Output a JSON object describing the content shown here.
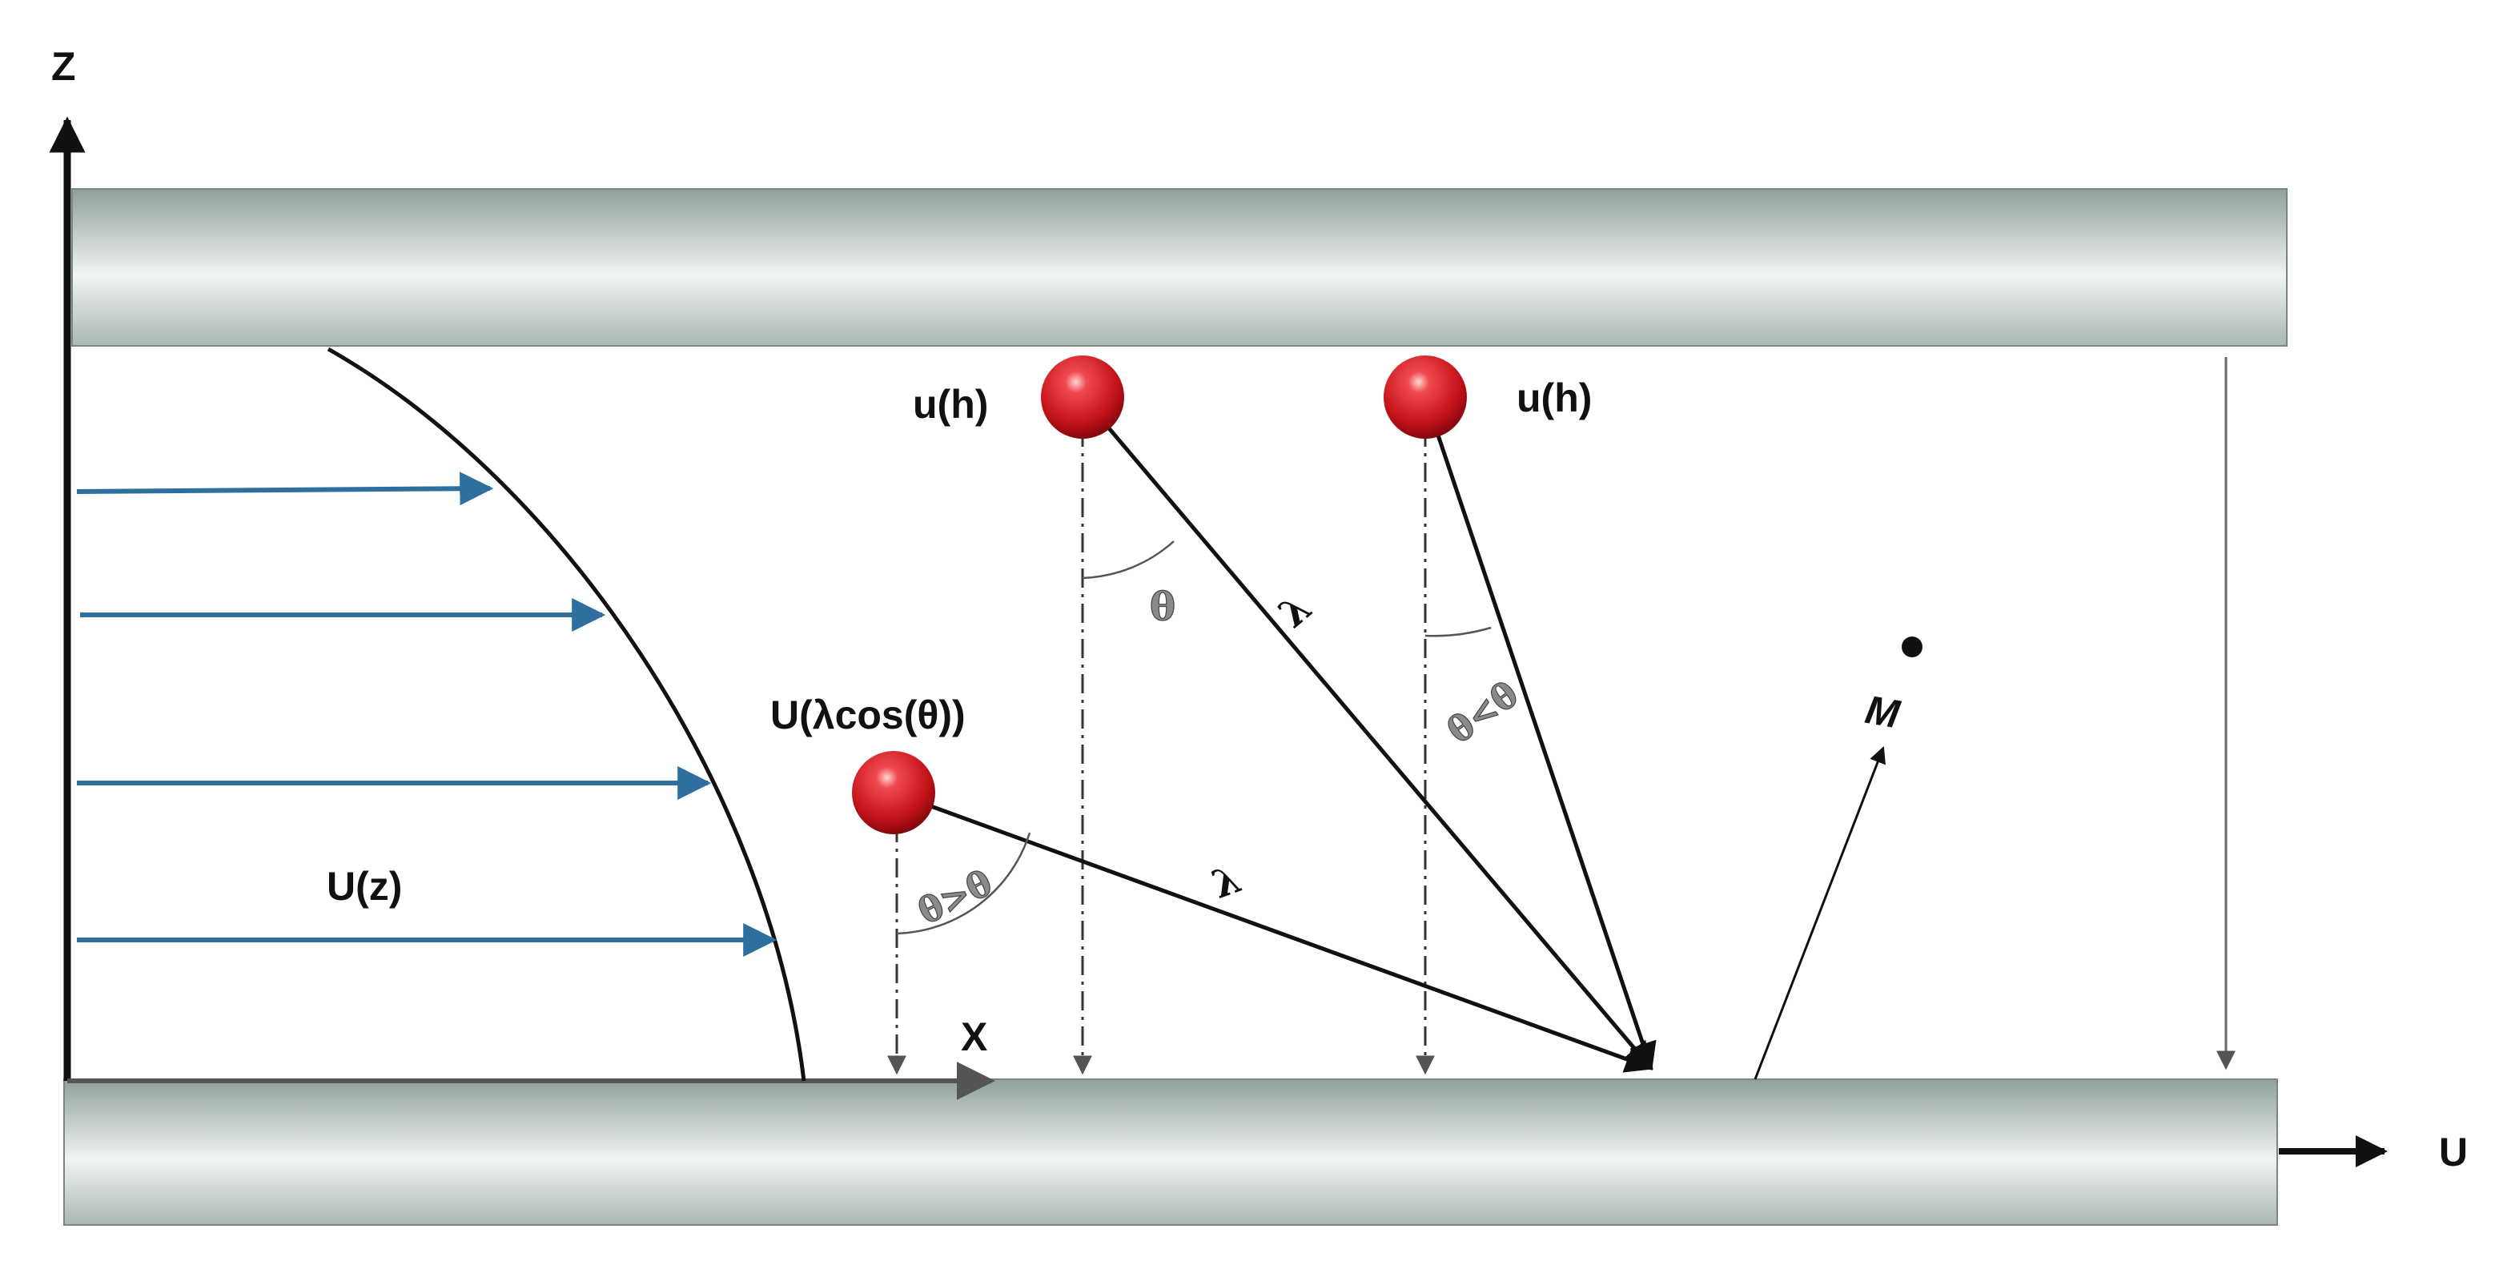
{
  "labels": {
    "axis_z": "Z",
    "axis_x": "X",
    "axis_u": "U",
    "profile": "U(z)",
    "particle_top_left": "u(h)",
    "particle_top_right": "u(h)",
    "particle_low": "U(λcos(θ))",
    "lambda_1": "λ",
    "lambda_2": "λ",
    "angle_theta": "θ",
    "angle_less": "θ<θ",
    "angle_greater": "θ>θ",
    "point_m": "M"
  },
  "colors": {
    "plate": "#8fa09c",
    "plate_light": "#eef2f1",
    "flow_arrow": "#2e6f9e",
    "particle": "#d4202a",
    "line": "#111111",
    "guide": "#666666"
  }
}
